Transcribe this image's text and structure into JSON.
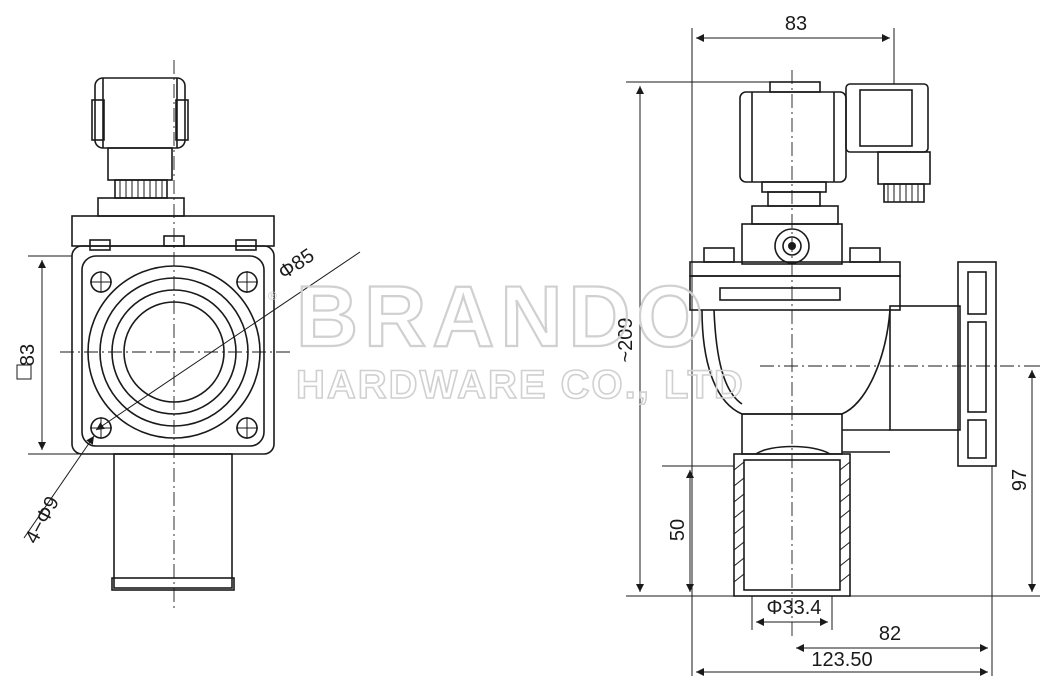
{
  "watermark": {
    "brand": "BRANDO",
    "company": "HARDWARE CO., LTD",
    "small_mark": "®"
  },
  "dimensions": {
    "front": {
      "flange_diameter": "Φ85",
      "bolt_holes": "4−Φ9",
      "square_flange": "83"
    },
    "side": {
      "top_width": "83",
      "overall_height": "~209",
      "outlet_height": "97",
      "pipe_length": "50",
      "pipe_diameter": "Φ33.4",
      "offset": "82",
      "overall_width": "123.50"
    }
  },
  "colors": {
    "line": "#1a1a1a",
    "watermark": "#d0d0d0"
  }
}
